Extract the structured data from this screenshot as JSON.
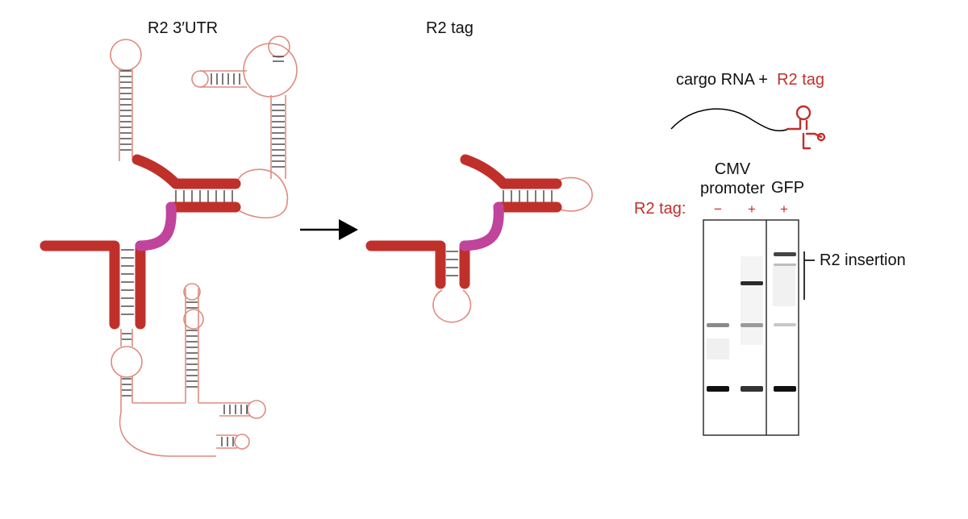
{
  "panels": {
    "utr_title": "R2 3′UTR",
    "tag_title": "R2 tag"
  },
  "cargo": {
    "text": "cargo RNA +",
    "tag_text": "R2 tag"
  },
  "gel": {
    "lane_group_1": [
      "CMV",
      "promoter"
    ],
    "lane_group_2": "GFP",
    "row_label": "R2 tag:",
    "lane_signs": [
      "−",
      "+",
      "+"
    ],
    "bracket_label": "R2 insertion"
  },
  "colors": {
    "stem": "#c0302b",
    "linker": "#c0449c",
    "outline": "#e08a7e",
    "basepair": "#333333"
  },
  "icons": {
    "arrow": "right-arrow-icon",
    "cargo_tag": "mini-r2-tag-icon"
  }
}
